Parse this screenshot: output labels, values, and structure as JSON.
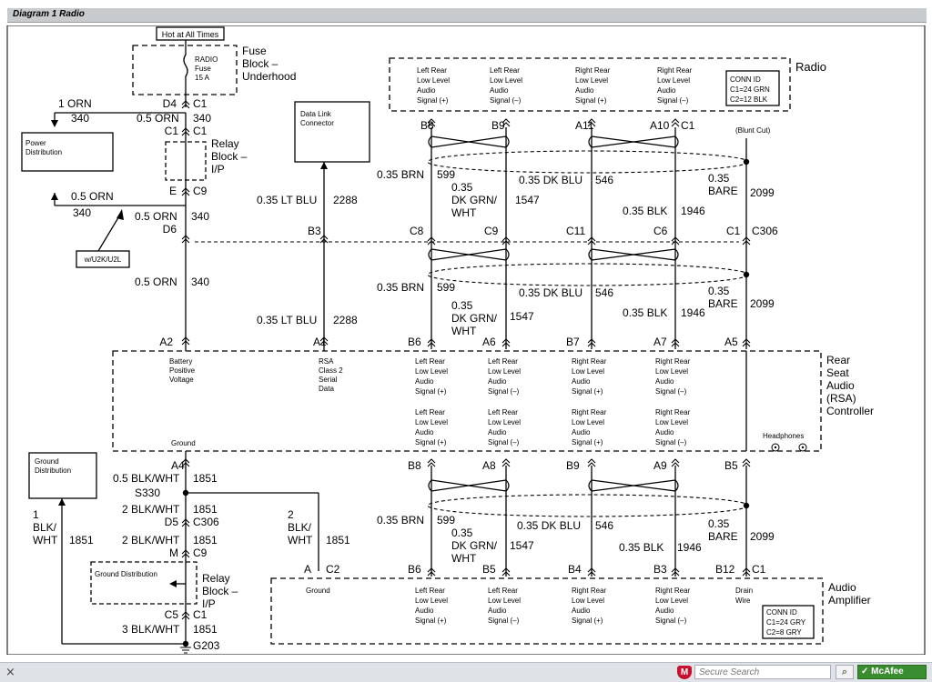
{
  "title_bar": "Diagram 1 Radio",
  "hot_label": "Hot at All Times",
  "fuse": {
    "name": "RADIO",
    "fuse": "Fuse",
    "rating": "15 A"
  },
  "fuse_block": [
    "Fuse",
    "Block –",
    "Underhood"
  ],
  "relay_block_top": [
    "Relay",
    "Block –",
    "I/P"
  ],
  "relay_block_bottom": [
    "Relay",
    "Block –",
    "I/P"
  ],
  "power_distribution": [
    "Power",
    "Distribution"
  ],
  "option_tag": "w/U2K/U2L",
  "data_link_connector": [
    "Data Link",
    "Connector"
  ],
  "ground_distribution": [
    "Ground",
    "Distribution"
  ],
  "ground_distribution_inner": "Ground Distribution",
  "radio": {
    "label": "Radio",
    "signals": [
      [
        "Left Rear",
        "Low Level",
        "Audio",
        "Signal (+)"
      ],
      [
        "Left Rear",
        "Low Level",
        "Audio",
        "Signal (–)"
      ],
      [
        "Right Rear",
        "Low Level",
        "Audio",
        "Signal (+)"
      ],
      [
        "Right Rear",
        "Low Level",
        "Audio",
        "Signal (–)"
      ]
    ],
    "conn_id": [
      "CONN ID",
      "C1=24 GRN",
      "C2=12 BLK"
    ],
    "pins": [
      "B8",
      "B9",
      "A11",
      "A10",
      "C1"
    ],
    "blunt_cut": "(Blunt Cut)"
  },
  "rsa": {
    "label": [
      "Rear",
      "Seat",
      "Audio",
      "(RSA)",
      "Controller"
    ],
    "battery": [
      "Battery",
      "Positive",
      "Voltage"
    ],
    "class2": [
      "RSA",
      "Class 2",
      "Serial",
      "Data"
    ],
    "ground": "Ground",
    "headphones": "Headphones",
    "signals": [
      [
        "Left Rear",
        "Low Level",
        "Audio",
        "Signal (+)"
      ],
      [
        "Left Rear",
        "Low Level",
        "Audio",
        "Signal (–)"
      ],
      [
        "Right Rear",
        "Low Level",
        "Audio",
        "Signal (+)"
      ],
      [
        "Right Rear",
        "Low Level",
        "Audio",
        "Signal (–)"
      ]
    ],
    "pins_top": [
      "A2",
      "A1",
      "B6",
      "A6",
      "B7",
      "A7",
      "A5"
    ],
    "pins_bottom": [
      "A4",
      "B8",
      "A8",
      "B9",
      "A9",
      "B5"
    ]
  },
  "amp": {
    "label": [
      "Audio",
      "Amplifier"
    ],
    "ground": "Ground",
    "drain": [
      "Drain",
      "Wire"
    ],
    "signals": [
      [
        "Left Rear",
        "Low Level",
        "Audio",
        "Signal (+)"
      ],
      [
        "Left Rear",
        "Low Level",
        "Audio",
        "Signal (–)"
      ],
      [
        "Right Rear",
        "Low Level",
        "Audio",
        "Signal (+)"
      ],
      [
        "Right Rear",
        "Low Level",
        "Audio",
        "Signal (–)"
      ]
    ],
    "conn_id": [
      "CONN ID",
      "C1=24 GRY",
      "C2=8 GRY"
    ],
    "pins": [
      "B6",
      "B5",
      "B4",
      "B3",
      "B12",
      "C1"
    ]
  },
  "connectors": {
    "c306_top": [
      "C8",
      "C9",
      "C11",
      "C6",
      "C1",
      "C306"
    ],
    "c306_bottom": [
      "B3",
      "D6"
    ],
    "left": {
      "d4": "D4",
      "c1a": "C1",
      "c1b": "C1",
      "c1c": "C1",
      "e": "E",
      "c9": "C9",
      "s330": "S330",
      "d5": "D5",
      "c306": "C306",
      "m": "M",
      "c9b": "C9",
      "c5": "C5",
      "c1d": "C1",
      "g203": "G203",
      "a": "A",
      "c2": "C2",
      "a4": "A4"
    }
  },
  "wires": {
    "w1_orn": "1 ORN",
    "w1_orn_ckt": "340",
    "w05_orn_a": "0.5 ORN",
    "w05_orn_a_ckt": "340",
    "w05_orn_b": "0.5 ORN",
    "w05_orn_b_ckt": "340",
    "w05_orn_c": "0.5 ORN",
    "w05_orn_c_ckt": "340",
    "w05_orn_d": "0.5 ORN",
    "w05_orn_d_ckt": "340",
    "ltblu_a": "0.35 LT BLU",
    "ltblu_a_ckt": "2288",
    "ltblu_b": "0.35 LT BLU",
    "ltblu_b_ckt": "2288",
    "brn": "0.35 BRN",
    "brn_ckt": "599",
    "dkgrn": [
      "0.35",
      "DK GRN/",
      "WHT"
    ],
    "dkgrn_ckt": "1547",
    "dkblu": "0.35 DK BLU",
    "dkblu_ckt": "546",
    "blk": "0.35 BLK",
    "blk_ckt": "1946",
    "bare": [
      "0.35",
      "BARE"
    ],
    "bare_ckt": "2099",
    "blkwht_05": "0.5 BLK/WHT",
    "blkwht_05_ckt": "1851",
    "blkwht_2a": "2 BLK/WHT",
    "blkwht_2a_ckt": "1851",
    "blkwht_2b": "2 BLK/WHT",
    "blkwht_2b_ckt": "1851",
    "blkwht_3": "3 BLK/WHT",
    "blkwht_3_ckt": "1851",
    "blk_2": [
      "2",
      "BLK/",
      "WHT"
    ],
    "blk_2_ckt": "1851",
    "blk_1": [
      "1",
      "BLK/",
      "WHT"
    ],
    "blk_1_ckt": "1851"
  },
  "footer": {
    "close": "×",
    "search_placeholder": "Secure Search",
    "mcafee": "McAfee"
  }
}
